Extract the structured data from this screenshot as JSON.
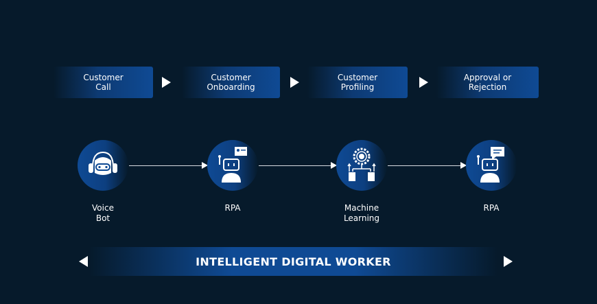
{
  "steps": [
    "Customer\nCall",
    "Customer\nOnboarding",
    "Customer\nProfiling",
    "Approval or\nRejection"
  ],
  "workers": [
    {
      "label": "Voice\nBot",
      "icon": "voice-bot-icon"
    },
    {
      "label": "RPA",
      "icon": "rpa-robot-id-card-icon"
    },
    {
      "label": "Machine\nLearning",
      "icon": "machine-learning-gear-icon"
    },
    {
      "label": "RPA",
      "icon": "rpa-robot-chat-icon"
    }
  ],
  "banner": "INTELLIGENT DIGITAL WORKER",
  "colors": {
    "background": "#061a2b",
    "accent": "#0f4a94"
  }
}
